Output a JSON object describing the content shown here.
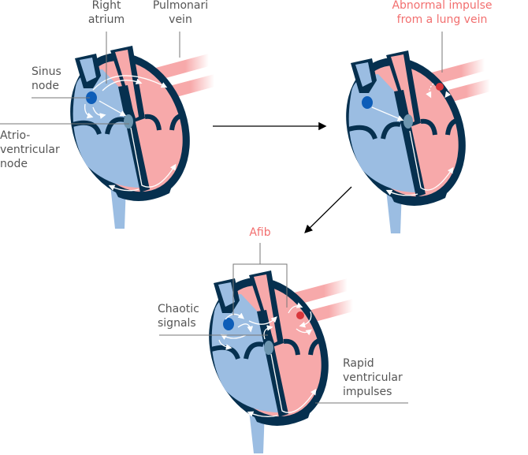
{
  "labels": {
    "right_atrium": "Right\natrium",
    "pulmonari_vein": "Pulmonari\nvein",
    "sinus_node": "Sinus\nnode",
    "av_node": "Atrio-\nventricular\nnode",
    "abnormal_impulse": "Abnormal impulse\nfrom a lung vein",
    "afib": "Afib",
    "chaotic_signals": "Chaotic\nsignals",
    "rapid_impulses": "Rapid\nventricular\nimpulses"
  },
  "colors": {
    "dark": "#06304f",
    "blue": "#9bbde2",
    "pink": "#f7a9aa",
    "node": "#0d5db8",
    "av": "#6d96b0",
    "accent": "#f26f6f",
    "impulse": "#d9373c"
  }
}
